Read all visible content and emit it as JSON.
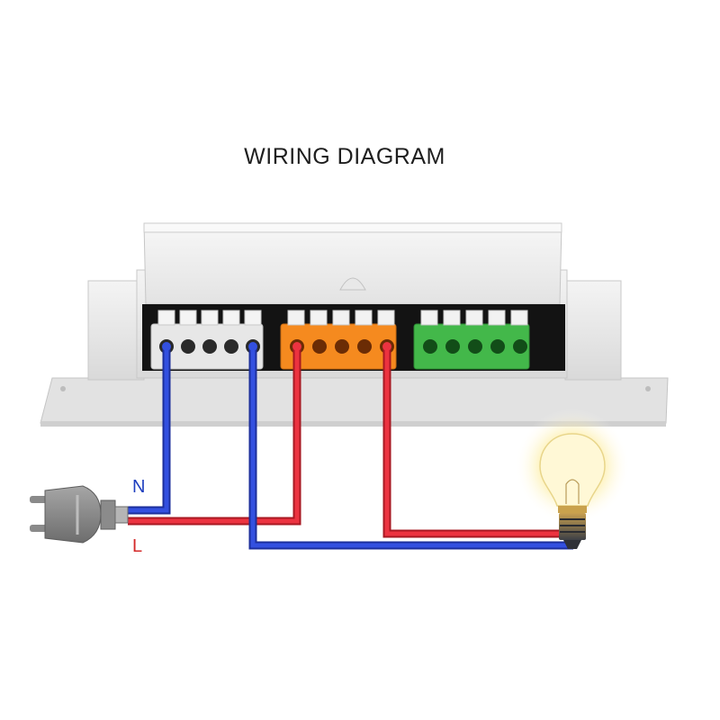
{
  "diagram": {
    "title": "WIRING DIAGRAM",
    "labels": {
      "neutral": "N",
      "live": "L"
    },
    "colors": {
      "neutral_wire": "#2f4fd8",
      "live_wire": "#e02a36",
      "label_neutral": "#1f3fbf",
      "label_live": "#d42a2a",
      "terminal_white": "#ededed",
      "terminal_orange": "#f58a1f",
      "terminal_green": "#43b84a",
      "enclosure": "#ececec"
    },
    "icons": [
      "power-plug-icon",
      "light-bulb-icon"
    ]
  }
}
